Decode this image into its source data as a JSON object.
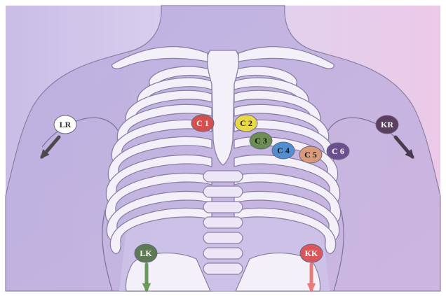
{
  "colors": {
    "background_left": "#cdbfe6",
    "background_right": "#e8c9e6",
    "body_fill": "#b7a8dc",
    "bone_fill": "#f2eef9",
    "bone_stroke": "#8a80a6"
  },
  "electrodes": [
    {
      "id": "C1",
      "label": "C 1",
      "color": "#d2514f",
      "text_color": "#ffffff"
    },
    {
      "id": "C2",
      "label": "C 2",
      "color": "#e8d84a",
      "text_color": "#222222"
    },
    {
      "id": "C3",
      "label": "C 3",
      "color": "#6b8f52",
      "text_color": "#111111"
    },
    {
      "id": "C4",
      "label": "C 4",
      "color": "#4f8fd2",
      "text_color": "#111111"
    },
    {
      "id": "C5",
      "label": "C 5",
      "color": "#d99a7a",
      "text_color": "#111111"
    },
    {
      "id": "C6",
      "label": "C 6",
      "color": "#6b4f8f",
      "text_color": "#ffffff"
    }
  ],
  "limb_leads": [
    {
      "id": "LR",
      "label": "LR",
      "color": "#ffffff",
      "text_color": "#333333",
      "arrow_color": "#4b4b4b"
    },
    {
      "id": "KR",
      "label": "KR",
      "color": "#5a3f5f",
      "text_color": "#ffffff",
      "arrow_color": "#4a3a4f"
    },
    {
      "id": "LK",
      "label": "LK",
      "color": "#5d7a55",
      "text_color": "#ffffff",
      "arrow_color": "#6a9a5a"
    },
    {
      "id": "KK",
      "label": "KK",
      "color": "#d9565a",
      "text_color": "#ffffff",
      "arrow_color": "#e87a78"
    }
  ]
}
